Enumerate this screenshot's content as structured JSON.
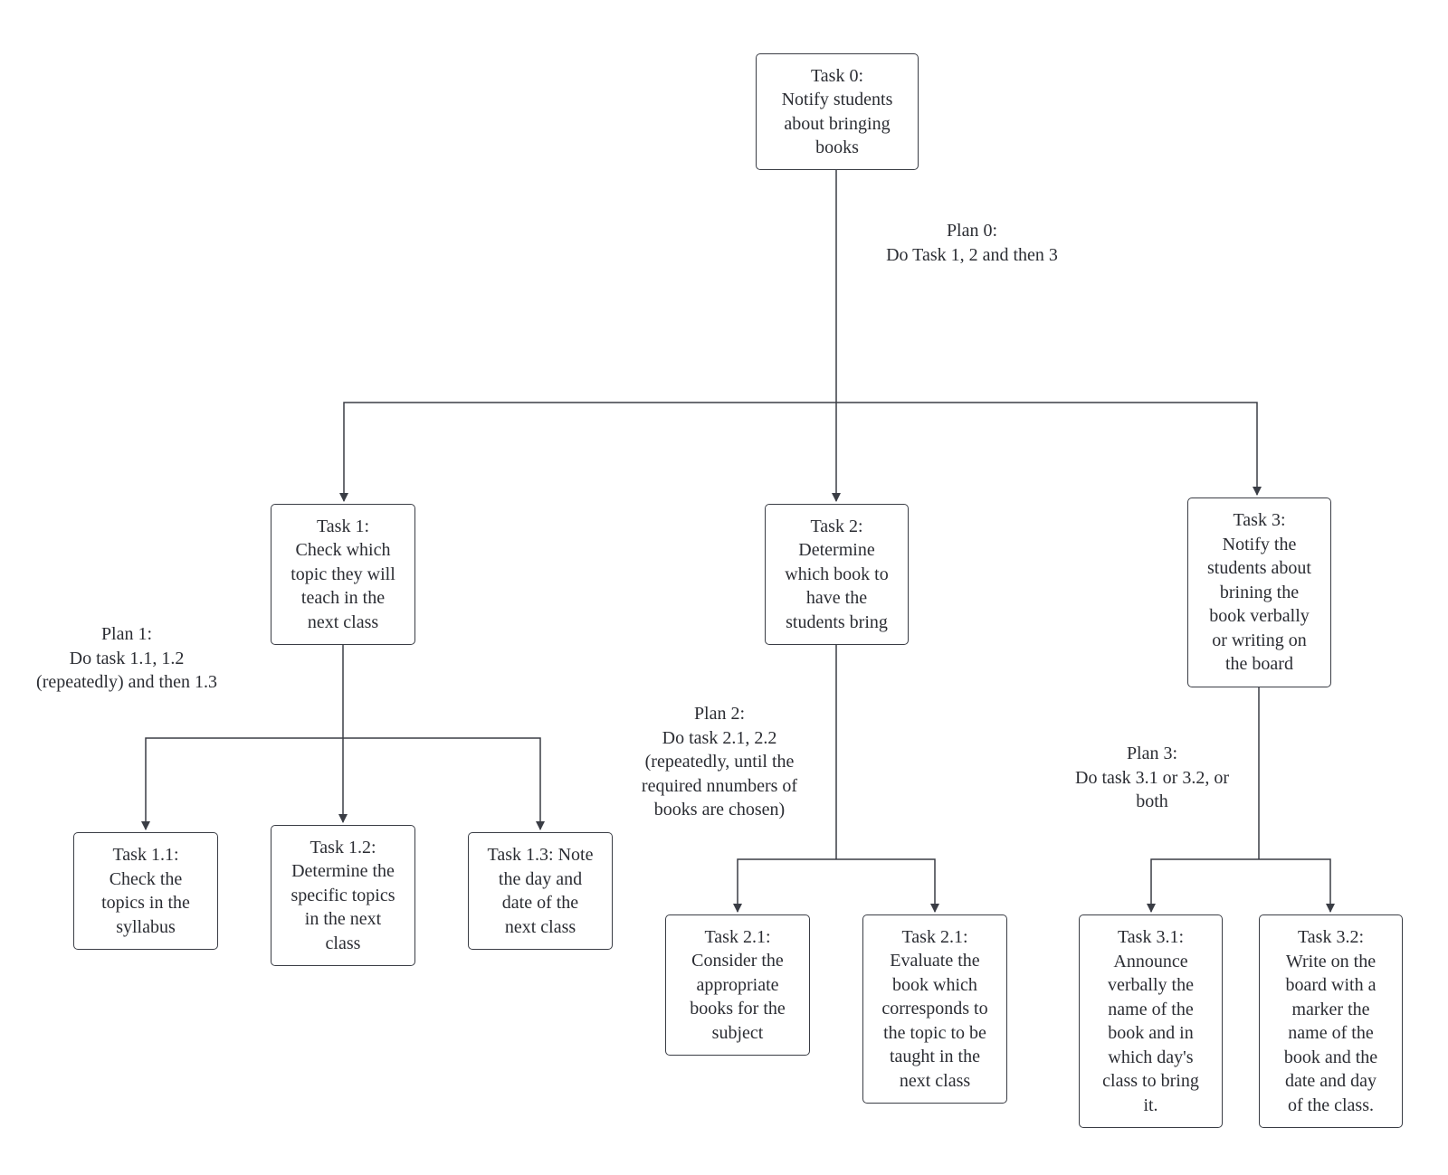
{
  "task0": {
    "line1": "Task 0:",
    "line2": "Notify students",
    "line3": "about bringing",
    "line4": "books"
  },
  "plan0": {
    "line1": "Plan 0:",
    "line2": "Do Task 1, 2 and then 3"
  },
  "task1": {
    "line1": "Task 1:",
    "line2": "Check which",
    "line3": "topic they will",
    "line4": "teach in the",
    "line5": "next class"
  },
  "task2": {
    "line1": "Task 2:",
    "line2": "Determine",
    "line3": "which book to",
    "line4": "have the",
    "line5": "students bring"
  },
  "task3": {
    "line1": "Task 3:",
    "line2": "Notify the",
    "line3": "students about",
    "line4": "brining the",
    "line5": "book verbally",
    "line6": "or writing on",
    "line7": "the board"
  },
  "plan1": {
    "line1": "Plan 1:",
    "line2": "Do task 1.1, 1.2",
    "line3": "(repeatedly) and then 1.3"
  },
  "plan2": {
    "line1": "Plan 2:",
    "line2": "Do task 2.1, 2.2",
    "line3": "(repeatedly, until the",
    "line4": "required nnumbers of",
    "line5": "books are chosen)"
  },
  "plan3": {
    "line1": "Plan 3:",
    "line2": "Do task 3.1 or 3.2, or",
    "line3": "both"
  },
  "task1_1": {
    "line1": "Task 1.1:",
    "line2": "Check the",
    "line3": "topics in the",
    "line4": "syllabus"
  },
  "task1_2": {
    "line1": "Task 1.2:",
    "line2": "Determine the",
    "line3": "specific topics",
    "line4": "in the next",
    "line5": "class"
  },
  "task1_3": {
    "line1": "Task 1.3: Note",
    "line2": "the day and",
    "line3": "date of the",
    "line4": "next class"
  },
  "task2_1": {
    "line1": "Task 2.1:",
    "line2": "Consider the",
    "line3": "appropriate",
    "line4": "books for the",
    "line5": "subject"
  },
  "task2_2": {
    "line1": "Task 2.1:",
    "line2": "Evaluate the",
    "line3": "book which",
    "line4": "corresponds to",
    "line5": "the topic to be",
    "line6": "taught in the",
    "line7": "next class"
  },
  "task3_1": {
    "line1": "Task 3.1:",
    "line2": "Announce",
    "line3": "verbally the",
    "line4": "name of the",
    "line5": "book and in",
    "line6": "which day's",
    "line7": "class to bring",
    "line8": "it."
  },
  "task3_2": {
    "line1": "Task 3.2:",
    "line2": "Write on the",
    "line3": "board with a",
    "line4": "marker the",
    "line5": "name of the",
    "line6": "book and the",
    "line7": "date and day",
    "line8": "of the class."
  }
}
